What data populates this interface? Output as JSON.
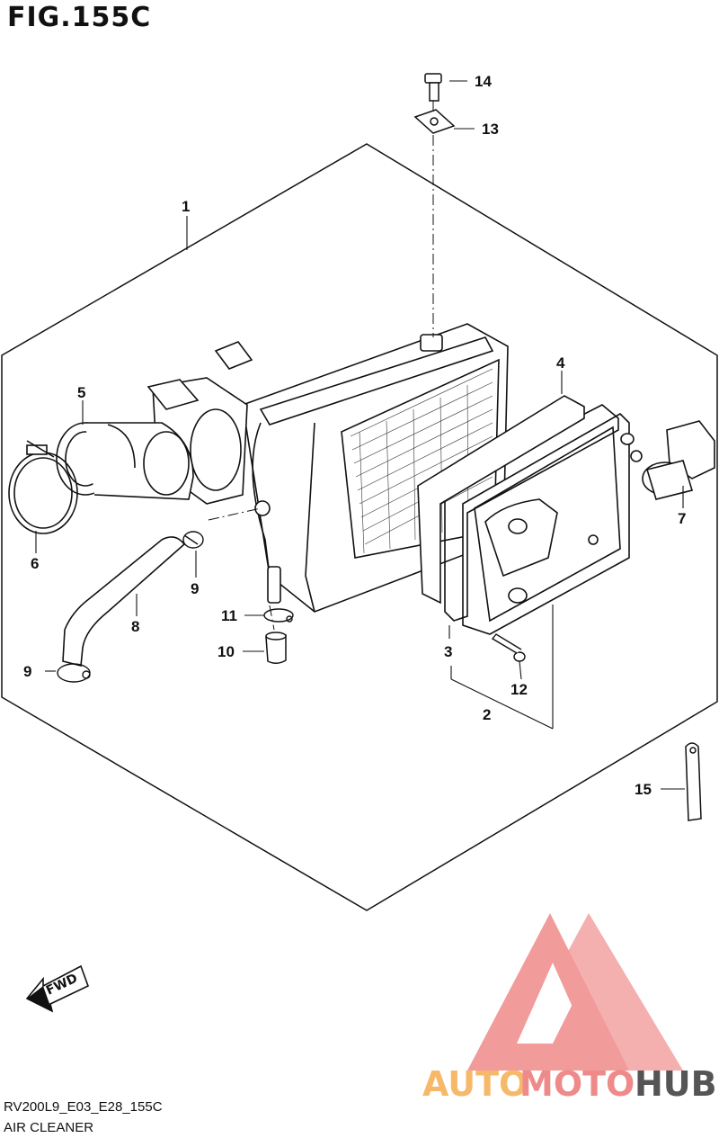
{
  "figure": {
    "title": "FIG.155C",
    "code": "RV200L9_E03_E28_155C",
    "name": "AIR CLEANER"
  },
  "callouts": [
    {
      "id": "1",
      "label": "1"
    },
    {
      "id": "2",
      "label": "2"
    },
    {
      "id": "3",
      "label": "3"
    },
    {
      "id": "4",
      "label": "4"
    },
    {
      "id": "5",
      "label": "5"
    },
    {
      "id": "6",
      "label": "6"
    },
    {
      "id": "7",
      "label": "7"
    },
    {
      "id": "8",
      "label": "8"
    },
    {
      "id": "9a",
      "label": "9"
    },
    {
      "id": "9b",
      "label": "9"
    },
    {
      "id": "10",
      "label": "10"
    },
    {
      "id": "11",
      "label": "11"
    },
    {
      "id": "12",
      "label": "12"
    },
    {
      "id": "13",
      "label": "13"
    },
    {
      "id": "14",
      "label": "14"
    },
    {
      "id": "15",
      "label": "15"
    }
  ],
  "direction_arrow": "FWD",
  "watermark": {
    "part1": "AUTO",
    "part2": "MOTO",
    "part3": "HUB",
    "color_auto": "#f6b96a",
    "color_moto": "#ef8a8a",
    "color_hub": "#555555",
    "logo_color": "#ef8a8a"
  }
}
